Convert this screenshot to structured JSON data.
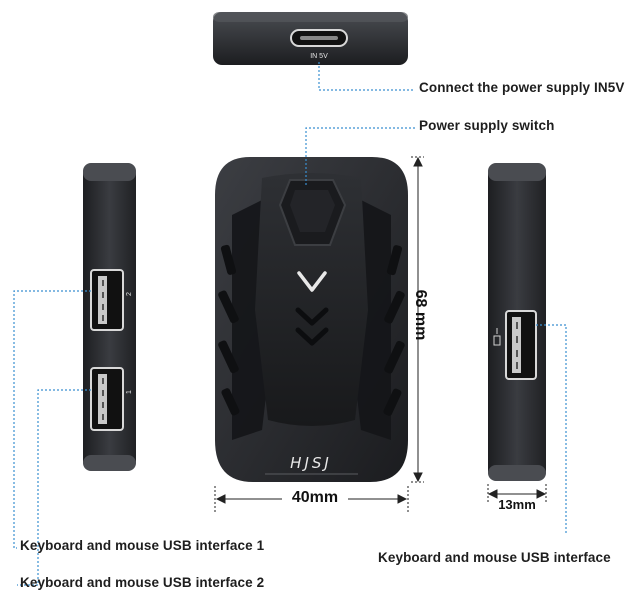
{
  "callouts": {
    "power_in": "Connect the power supply IN5V",
    "power_switch": "Power supply switch",
    "usb_interface_1": "Keyboard and mouse USB interface 1",
    "usb_interface_2": "Keyboard and mouse USB interface 2",
    "usb_interface": "Keyboard and mouse USB interface"
  },
  "dimensions": {
    "height": "68 mm",
    "width": "40mm",
    "thickness": "13mm"
  },
  "port_markings": {
    "type_c": "IN 5V",
    "usb_1": "1",
    "usb_2": "2"
  },
  "brand_logo": "HJSJ",
  "colors": {
    "callout_line": "#3a8fd0",
    "dimension_line": "#222222",
    "device_body": "#2a2c30"
  }
}
